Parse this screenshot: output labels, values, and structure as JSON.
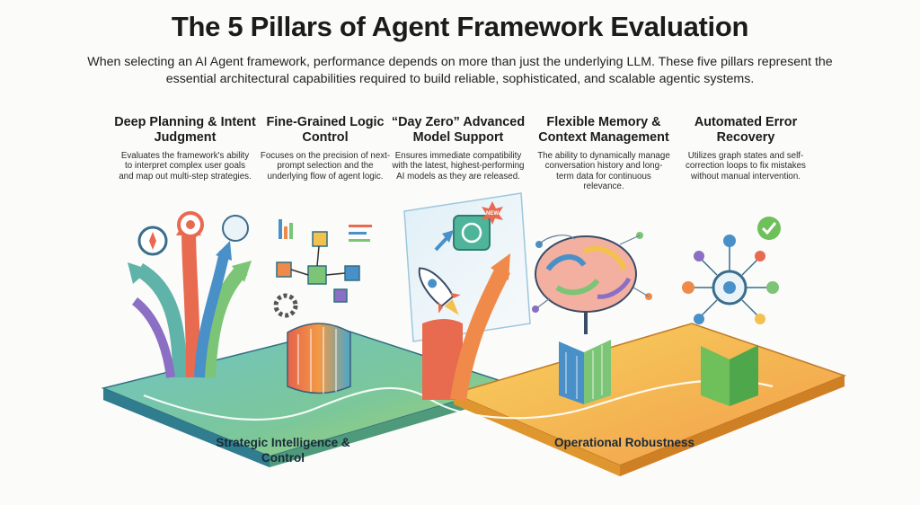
{
  "header": {
    "title": "The 5 Pillars of Agent Framework Evaluation",
    "subtitle": "When selecting an AI Agent framework, performance depends on more than just the underlying LLM. These five pillars represent the essential architectural capabilities required to build reliable, sophisticated, and scalable agentic systems."
  },
  "pillars": [
    {
      "title": "Deep Planning & Intent Judgment",
      "description": "Evaluates the framework's ability to interpret complex user goals and map out multi-step strategies."
    },
    {
      "title": "Fine-Grained Logic Control",
      "description": "Focuses on the precision of next-prompt selection and the underlying flow of agent logic."
    },
    {
      "title": "“Day Zero” Advanced Model Support",
      "description": "Ensures immediate compatibility with the latest, highest-performing AI models as they are released."
    },
    {
      "title": "Flexible Memory & Context Management",
      "description": "The ability to dynamically manage conversation history and long-term data for continuous relevance."
    },
    {
      "title": "Automated Error Recovery",
      "description": "Utilizes graph states and self-correction loops to fix mistakes without manual intervention."
    }
  ],
  "bases": {
    "left": "Strategic Intelligence & Control",
    "right": "Operational Robustness"
  },
  "badge": "NEW",
  "colors": {
    "base_left": "#5fb8b2",
    "base_right": "#f2c14e",
    "orange": "#f08a4b",
    "green": "#7cc576",
    "blue": "#4a90c8",
    "purple": "#8a6fc4"
  }
}
